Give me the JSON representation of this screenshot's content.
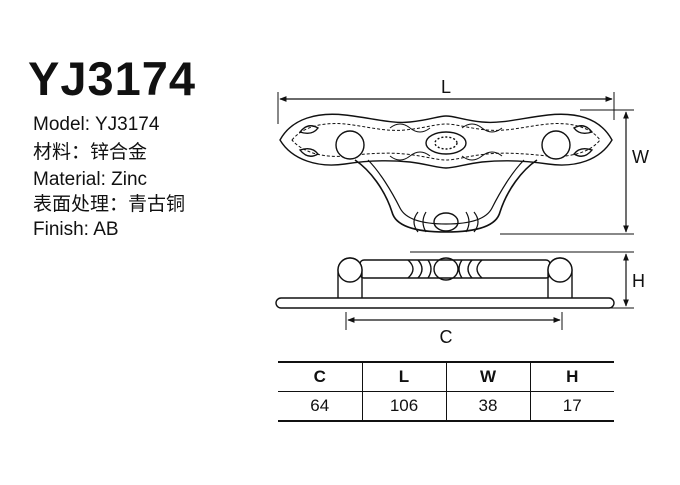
{
  "title": "YJ3174",
  "specs": [
    "Model: YJ3174",
    "材料：锌合金",
    "Material: Zinc",
    "表面处理：青古铜",
    "Finish: AB"
  ],
  "drawing": {
    "dim_L": "L",
    "dim_W": "W",
    "dim_H": "H",
    "dim_C": "C"
  },
  "table": {
    "headers": [
      "C",
      "L",
      "W",
      "H"
    ],
    "values": [
      "64",
      "106",
      "38",
      "17"
    ]
  },
  "colors": {
    "line": "#111111",
    "background": "#ffffff"
  }
}
